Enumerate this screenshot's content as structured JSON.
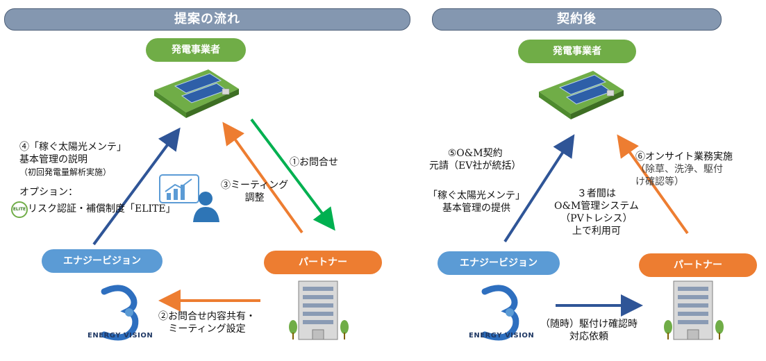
{
  "left": {
    "header": "提案の流れ",
    "owner": "発電事業者",
    "energy_vision": "エナジービジョン",
    "partner": "パートナー",
    "step1": "①お問合せ",
    "step2": [
      "②お問合せ内容共有・",
      "ミーティング設定"
    ],
    "step3": [
      "③ミーティング",
      "調整"
    ],
    "step4": [
      "④「稼ぐ太陽光メンテ」",
      "基本管理の説明",
      "（初回発電量解析実施）"
    ],
    "option_label": "オプション：",
    "option_text": "リスク認証・補償制度「ELITE」",
    "elite_badge": "ELITE",
    "logo_text": "ENERGY VISION"
  },
  "right": {
    "header": "契約後",
    "owner": "発電事業者",
    "energy_vision": "エナジービジョン",
    "partner": "パートナー",
    "step5": [
      "⑤O&M契約",
      "元請（EV社が統括）"
    ],
    "basic": [
      "「稼ぐ太陽光メンテ」",
      "基本管理の提供"
    ],
    "step6": [
      "⑥オンサイト業務実施",
      "（除草、洗浄、駆付",
      "け確認等）"
    ],
    "system": [
      "３者間は",
      "O&M管理システム",
      "（PVトレシス）",
      "上で利用可"
    ],
    "request": [
      "（随時）駆付け確認時",
      "対応依頼"
    ],
    "logo_text": "ENERGY VISION"
  },
  "colors": {
    "green": "#70ad47",
    "blue": "#5b9bd5",
    "orange": "#ed7d31",
    "navy": "#2f5597",
    "header": "#8497b0"
  }
}
